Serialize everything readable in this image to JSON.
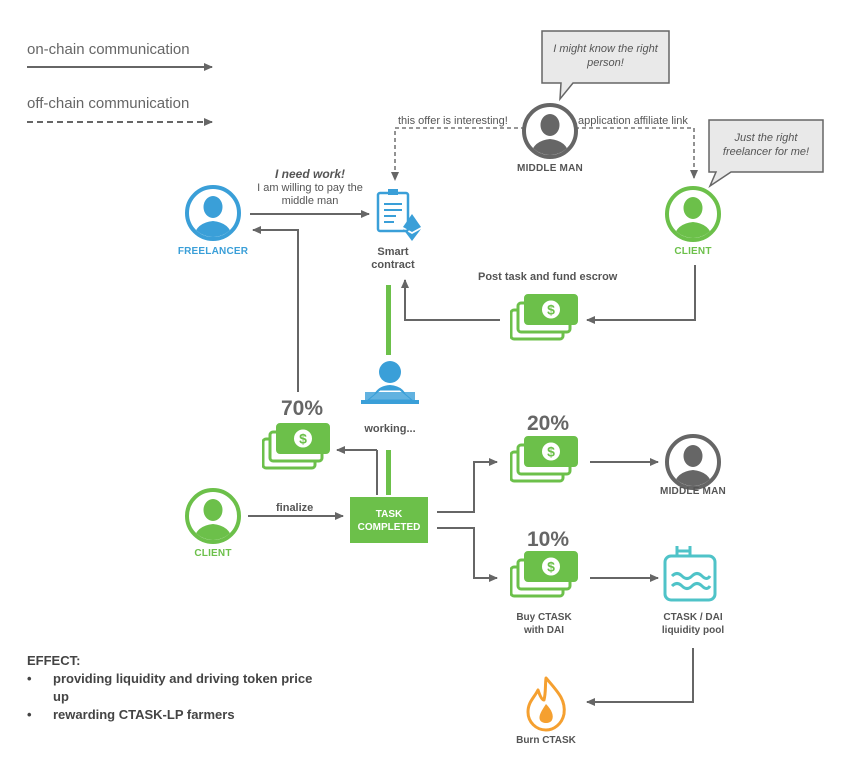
{
  "legend": {
    "on_chain": "on-chain communication",
    "off_chain": "off-chain communication"
  },
  "speech_bubbles": {
    "middle_man": "I might know the right person!",
    "client": "Just the right freelancer for me!"
  },
  "nodes": {
    "freelancer": "FREELANCER",
    "middle_man_top": "MIDDLE MAN",
    "client_top": "CLIENT",
    "smart_contract": "Smart contract",
    "client_bottom": "CLIENT",
    "task_completed": "TASK COMPLETED",
    "middle_man_right": "MIDDLE MAN",
    "liquidity_pool": "CTASK / DAI liquidity pool",
    "burn": "Burn CTASK",
    "working": "working..."
  },
  "edge_labels": {
    "offer_interesting": "this offer is interesting!",
    "affiliate_link": "application affiliate link",
    "need_work": "I need work!",
    "willing_to_pay": "I am willing to pay the middle man",
    "post_task": "Post task and fund escrow",
    "finalize": "finalize",
    "buy_ctask": "Buy CTASK with DAI"
  },
  "payouts": {
    "freelancer_pct": "70%",
    "middle_man_pct": "20%",
    "buy_pct": "10%"
  },
  "effect": {
    "title": "EFFECT:",
    "items": [
      "providing liquidity and driving token price up",
      "rewarding CTASK-LP farmers"
    ]
  },
  "colors": {
    "blue": "#3a9fd8",
    "green": "#6cc04a",
    "dark_gray": "#666666",
    "teal": "#4fc3c8",
    "orange": "#f5a030"
  }
}
